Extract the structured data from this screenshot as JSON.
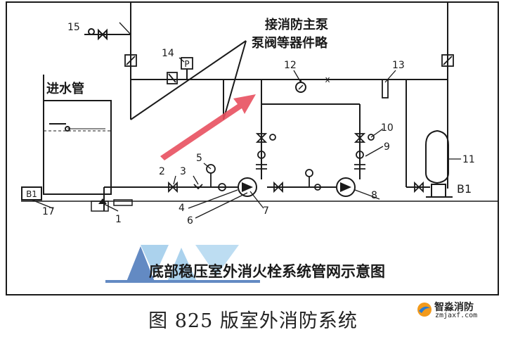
{
  "diagram": {
    "note_line1": "接消防主泵",
    "note_line2": "泵阀等器件略",
    "inlet_label": "进水管",
    "b1_label": "B1",
    "b1_box_label": "B1",
    "numbers": [
      "1",
      "2",
      "3",
      "4",
      "5",
      "6",
      "7",
      "8",
      "9",
      "10",
      "11",
      "12",
      "13",
      "14",
      "15",
      "17"
    ],
    "banner_title": "底部稳压室外消火栓系统管网示意图",
    "x_mark": "x",
    "p_mark": "P"
  },
  "caption": "图 825 版室外消防系统",
  "logo": {
    "name": "智淼消防",
    "url": "zmjaxf.com"
  },
  "colors": {
    "line": "#1a1a1a",
    "arrow": "#e8505f",
    "banner_dark": "#2f63b0",
    "banner_light": "#8fc3e8",
    "logo_orange": "#f29a1c",
    "logo_blue": "#2a7bd0"
  }
}
